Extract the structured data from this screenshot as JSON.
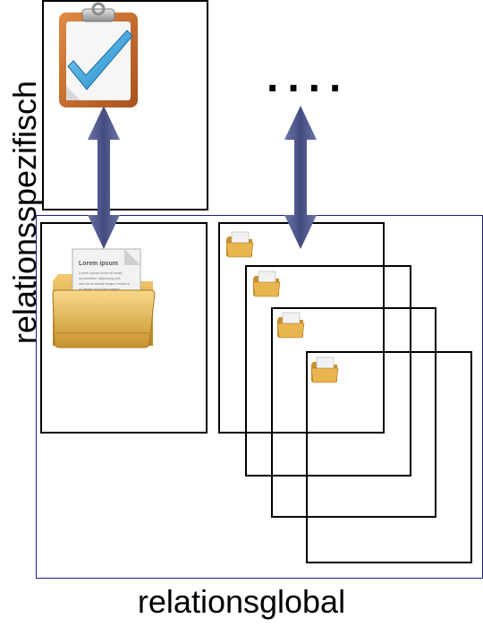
{
  "labels": {
    "vertical": "relationsspezifisch",
    "bottom": "relationsglobal",
    "ellipsis": "...."
  },
  "document_icon_text": {
    "heading": "Lorem ipsum",
    "line1": "Lorem ipsum dolor sit amet,",
    "line2": "consectetur adipiscing elit,",
    "line3": "sed do eiusmod tempor incidunt",
    "line4": "ut labore et dolore magna"
  },
  "colors": {
    "arrow": "#4d5587",
    "global_frame": "#1b1b8f",
    "folder": "#d9a63a",
    "clipboard": "#c8672a",
    "checkmark": "#3aa5dc"
  },
  "icons": {
    "clipboard": "clipboard-check-icon",
    "large_folder": "folder-with-document-icon",
    "small_folder": "small-folder-icon"
  }
}
